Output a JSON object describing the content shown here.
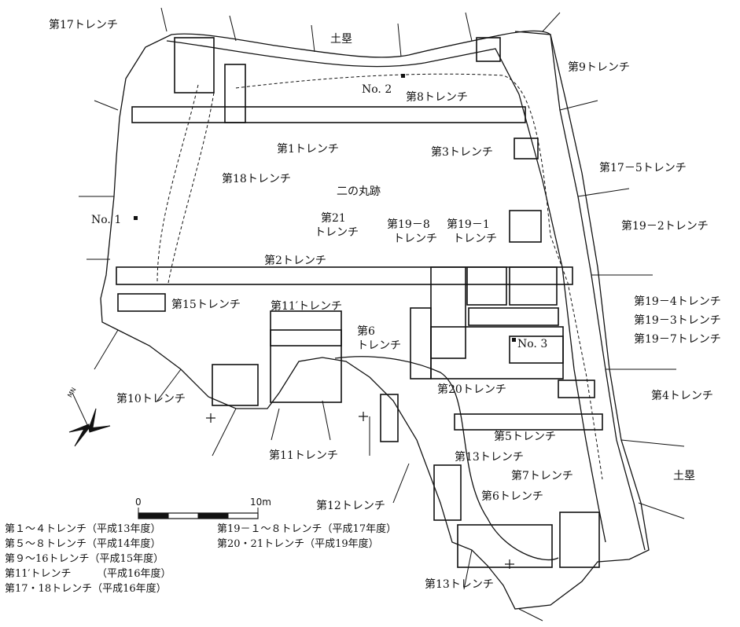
{
  "site_label": "二の丸跡",
  "earthwork_labels": [
    "土塁",
    "土塁"
  ],
  "trench_labels": {
    "t17": "第17トレンチ",
    "t9": "第9トレンチ",
    "t8": "第8トレンチ",
    "t1": "第1トレンチ",
    "t3": "第3トレンチ",
    "t18": "第18トレンチ",
    "t17_5": "第17－5トレンチ",
    "t21a": "第21",
    "t21b": "トレンチ",
    "t19_8a": "第19－8",
    "t19_8b": "トレンチ",
    "t19_1a": "第19－1",
    "t19_1b": "トレンチ",
    "t19_2": "第19－2トレンチ",
    "t2": "第2トレンチ",
    "t15": "第15トレンチ",
    "t11p": "第11′トレンチ",
    "t6a": "第6",
    "t6b": "トレンチ",
    "t19_4": "第19－4トレンチ",
    "t19_3": "第19－3トレンチ",
    "t19_7": "第19－7トレンチ",
    "t20": "第20トレンチ",
    "t4": "第4トレンチ",
    "t10": "第10トレンチ",
    "t5": "第5トレンチ",
    "t11": "第11トレンチ",
    "t13_top": "第13トレンチ",
    "t7": "第7トレンチ",
    "t12": "第12トレンチ",
    "t6_low": "第6トレンチ",
    "t13_bottom": "第13トレンチ"
  },
  "points": {
    "no1": "No. 1",
    "no2": "No. 2",
    "no3": "No. 3"
  },
  "scale": {
    "min": "0",
    "max": "10m"
  },
  "north_label": "MN",
  "legend_left": [
    "第１～４トレンチ（平成13年度）",
    "第５～８トレンチ（平成14年度）",
    "第９～16トレンチ（平成15年度）",
    "第11′トレンチ　　　（平成16年度）",
    "第17・18トレンチ（平成16年度）"
  ],
  "legend_right": [
    "第19－１～８トレンチ（平成17年度）",
    "第20・21トレンチ（平成19年度）"
  ]
}
